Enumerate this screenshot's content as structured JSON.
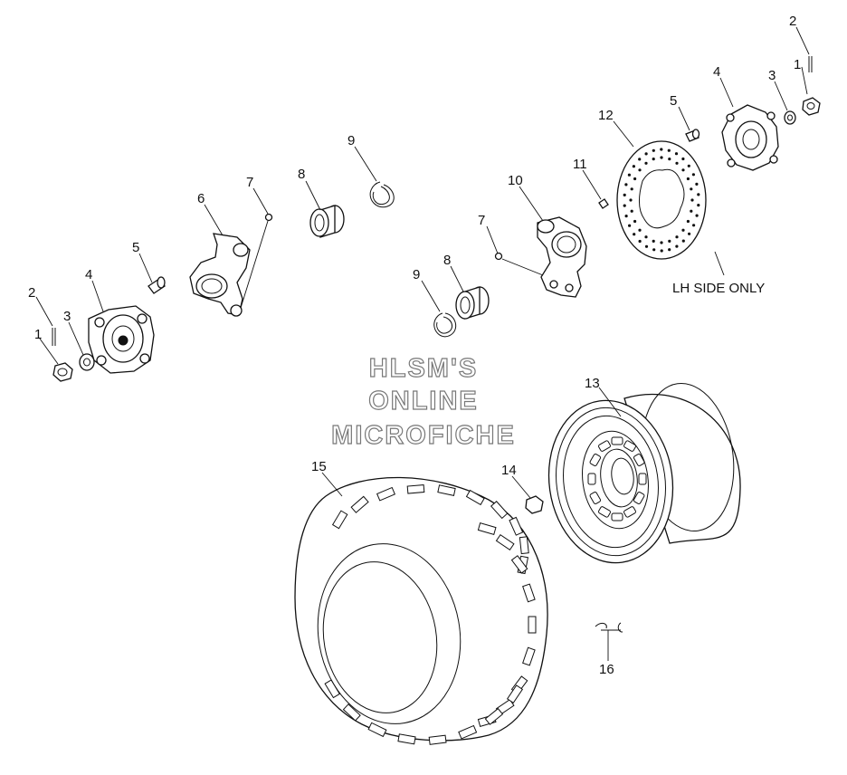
{
  "callouts": {
    "c1_left": "1",
    "c2_left": "2",
    "c3_left": "3",
    "c4_left": "4",
    "c5_left": "5",
    "c6": "6",
    "c7_left": "7",
    "c8_top": "8",
    "c9_top": "9",
    "c10": "10",
    "c7_right": "7",
    "c8_mid": "8",
    "c9_mid": "9",
    "c11": "11",
    "c12": "12",
    "c5_right": "5",
    "c4_right": "4",
    "c3_right": "3",
    "c2_right": "2",
    "c1_right": "1",
    "c13": "13",
    "c14": "14",
    "c15": "15",
    "c16": "16"
  },
  "notes": {
    "lh_side": "LH SIDE ONLY"
  },
  "watermark": {
    "line1": "HLSM'S",
    "line2": "ONLINE",
    "line3": "MICROFICHE"
  }
}
